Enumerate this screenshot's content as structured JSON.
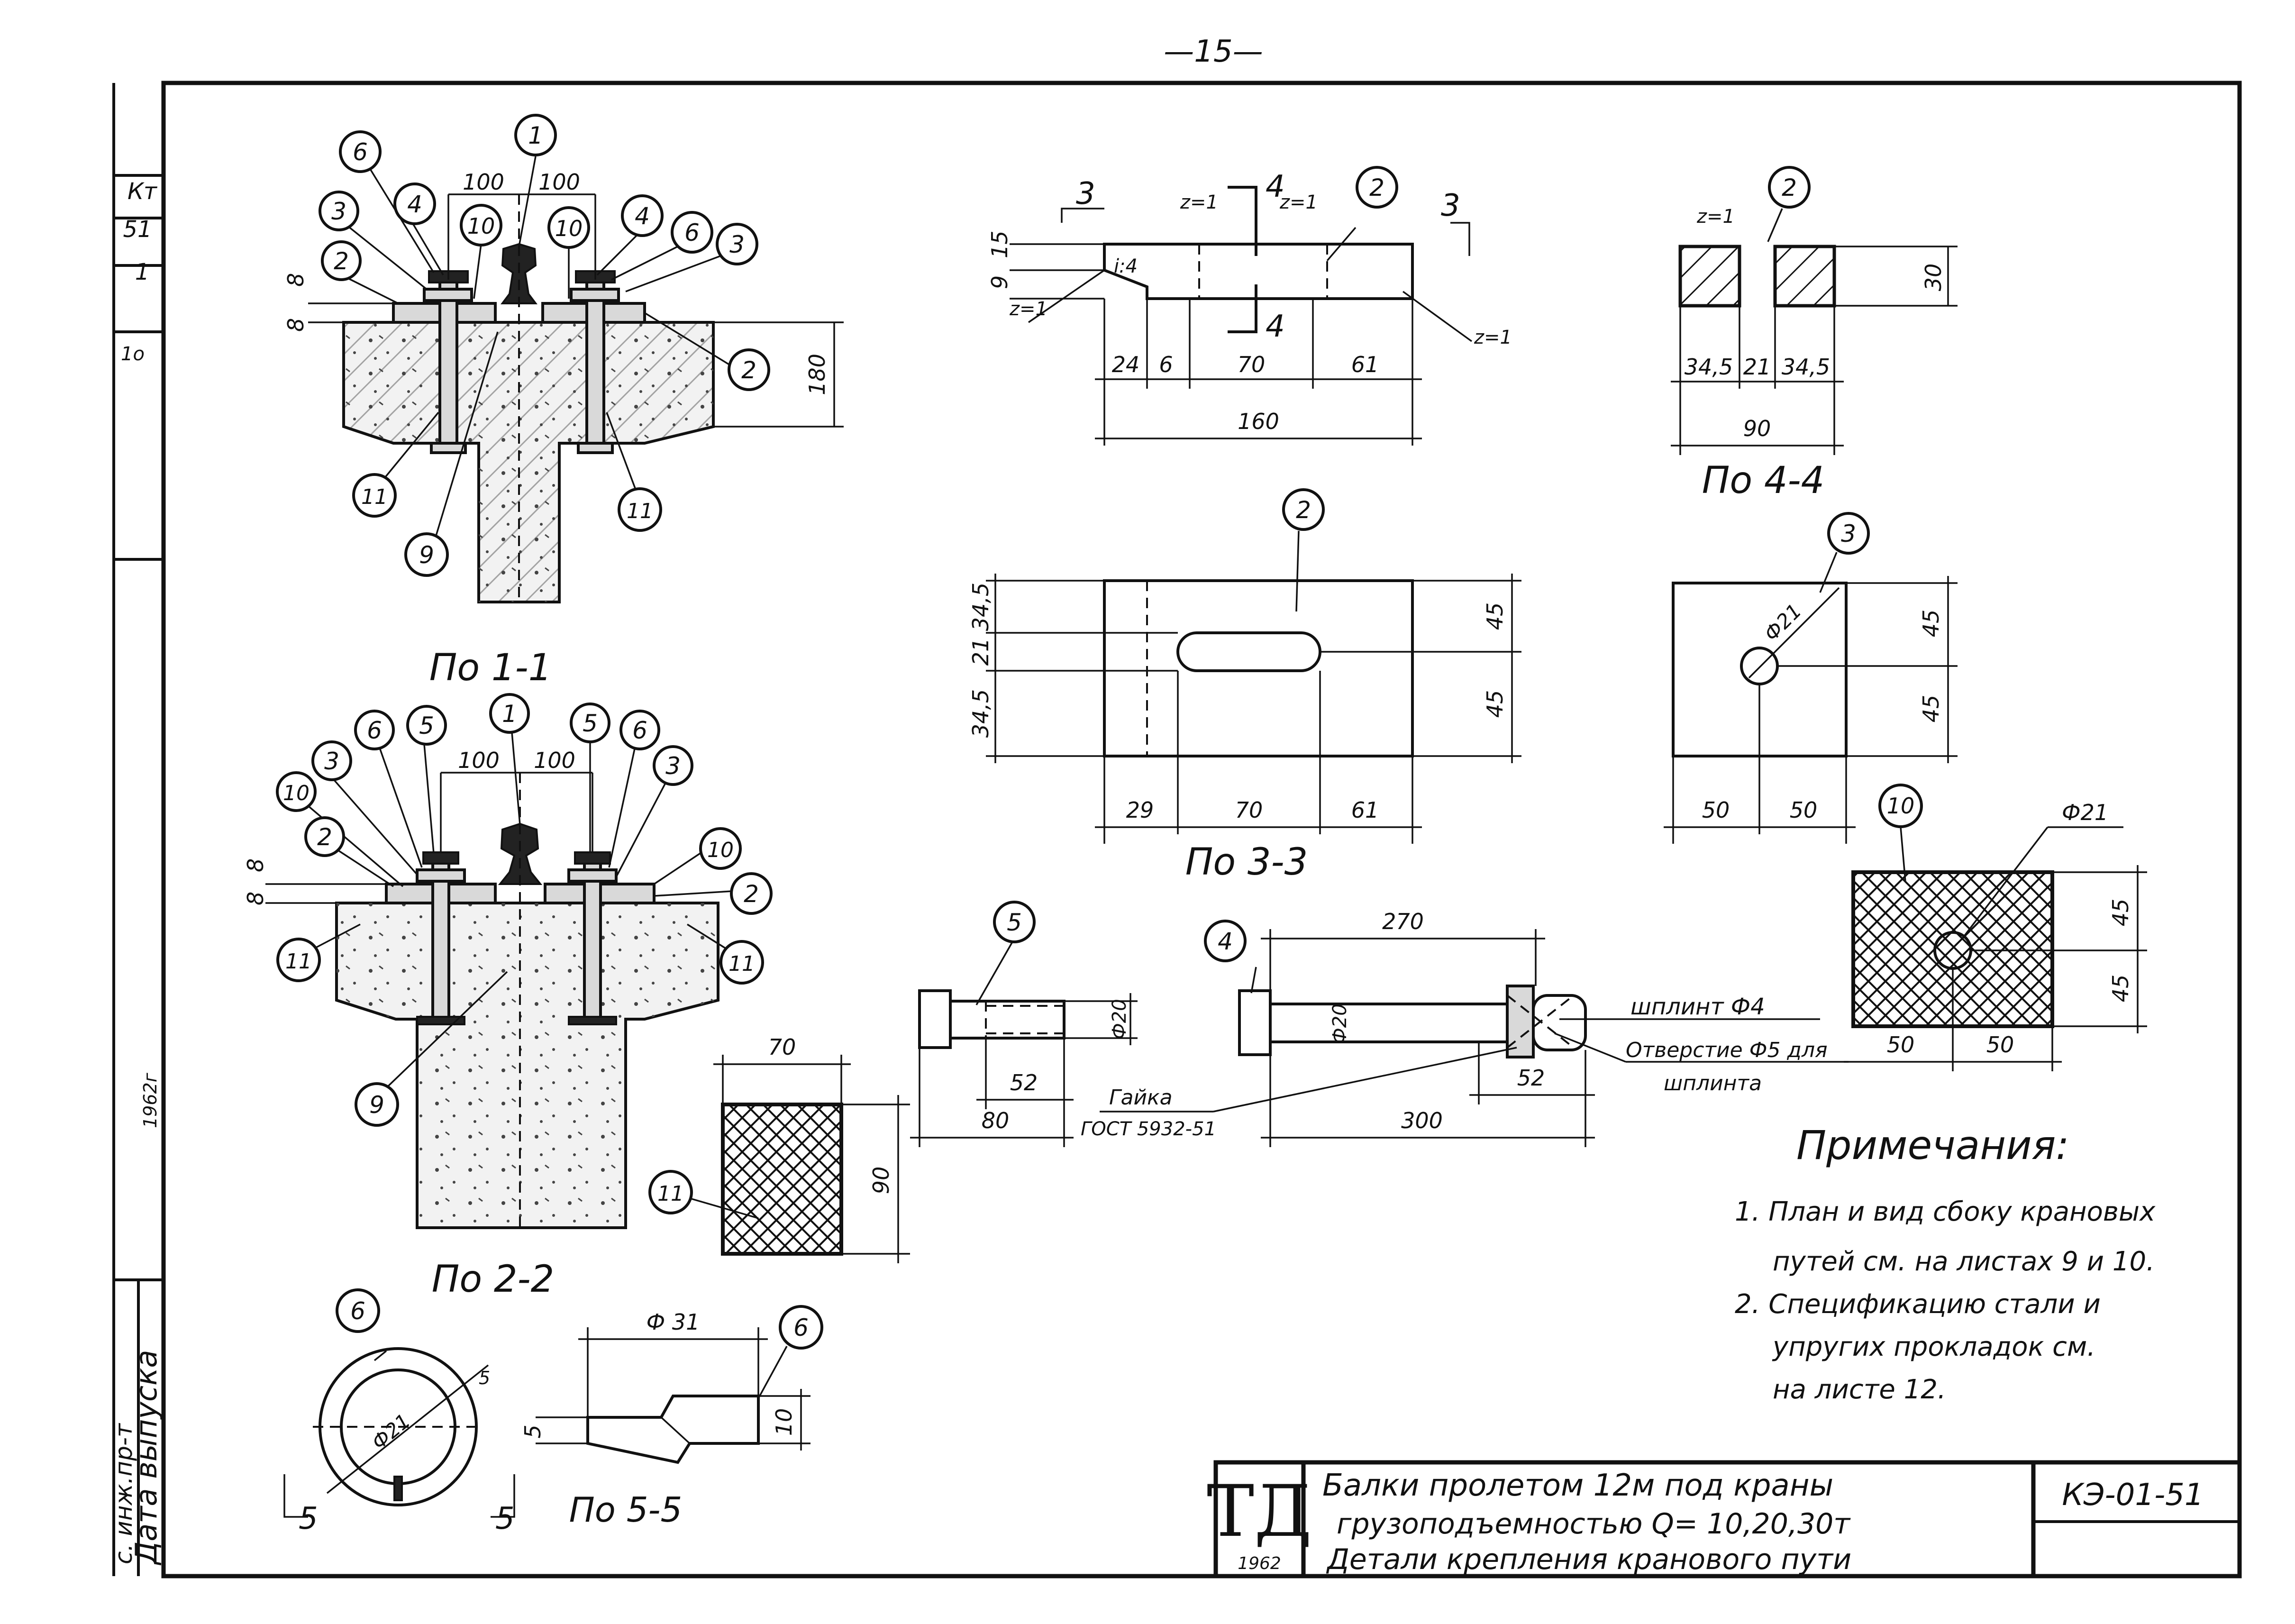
{
  "page_number": "—15—",
  "margin_stamps": [
    "Кт",
    "51",
    "1",
    "1о"
  ],
  "margin_labels": {
    "release_date": "Дата выпуска",
    "stamp_text": "с. инж.пр-т",
    "stamp_number": "1962г"
  },
  "section_titles": {
    "s11": "По 1-1",
    "s22": "По 2-2",
    "s33": "По 3-3",
    "s44": "По 4-4",
    "s55": "По 5-5"
  },
  "section_marks": {
    "cut3": "3",
    "cut4": "4",
    "cut5": "5"
  },
  "callouts": [
    "1",
    "2",
    "3",
    "4",
    "5",
    "6",
    "9",
    "10",
    "11"
  ],
  "dims": {
    "s11_spacing": "100",
    "s11_h": "180",
    "s11_t1": "8",
    "s11_t2": "8",
    "s22_spacing": "100",
    "s22_t": "8",
    "plate_len": "160",
    "plate_a": "24",
    "plate_b": "6",
    "plate_c": "70",
    "plate_d": "61",
    "plate_t1": "9",
    "plate_t2": "15",
    "slope1": "i:4",
    "slope_z": "z=1",
    "s44_a": "34,5",
    "s44_b": "21",
    "s44_w": "90",
    "s44_h": "30",
    "s33_x1": "29",
    "s33_x2": "70",
    "s33_x3": "61",
    "s33_y1": "34,5",
    "s33_y2": "21",
    "s33_h": "45",
    "p3_phi": "Ф21",
    "p3_w": "50",
    "p3_h": "45",
    "bolt5_d": "Ф20",
    "bolt5_thread": "52",
    "bolt5_len": "80",
    "bolt4_len": "270",
    "bolt4_total": "300",
    "bolt4_thread": "52",
    "bolt4_d": "Ф20",
    "pad11_w": "70",
    "pad11_h": "90",
    "p10_phi": "Ф21",
    "p10_w": "50",
    "p10_h": "45",
    "washer_phi_in": "Ф21",
    "washer_phi_out": "Ф 31",
    "washer_t": "5",
    "washer_h": "10"
  },
  "labels": {
    "nut": "Гайка",
    "nut_std": "ГОСТ 5932-51",
    "pin": "шплинт Ф4",
    "pin_hole": "Отверстие Ф5 для",
    "pin_hole2": "шплинта"
  },
  "notes": {
    "title": "Примечания:",
    "items": [
      "1. План и вид сбоку крановых",
      "путей см. на листах 9 и 10.",
      "2. Спецификацию стали и",
      "упругих прокладок см.",
      "на листе 12."
    ]
  },
  "title_block": {
    "logo": "ТД",
    "year": "1962",
    "line1": "Балки пролетом 12м под краны",
    "line2": "грузоподъемностью Q= 10,20,30т",
    "line3": "Детали крепления кранового пути",
    "code": "КЭ-01-51"
  }
}
